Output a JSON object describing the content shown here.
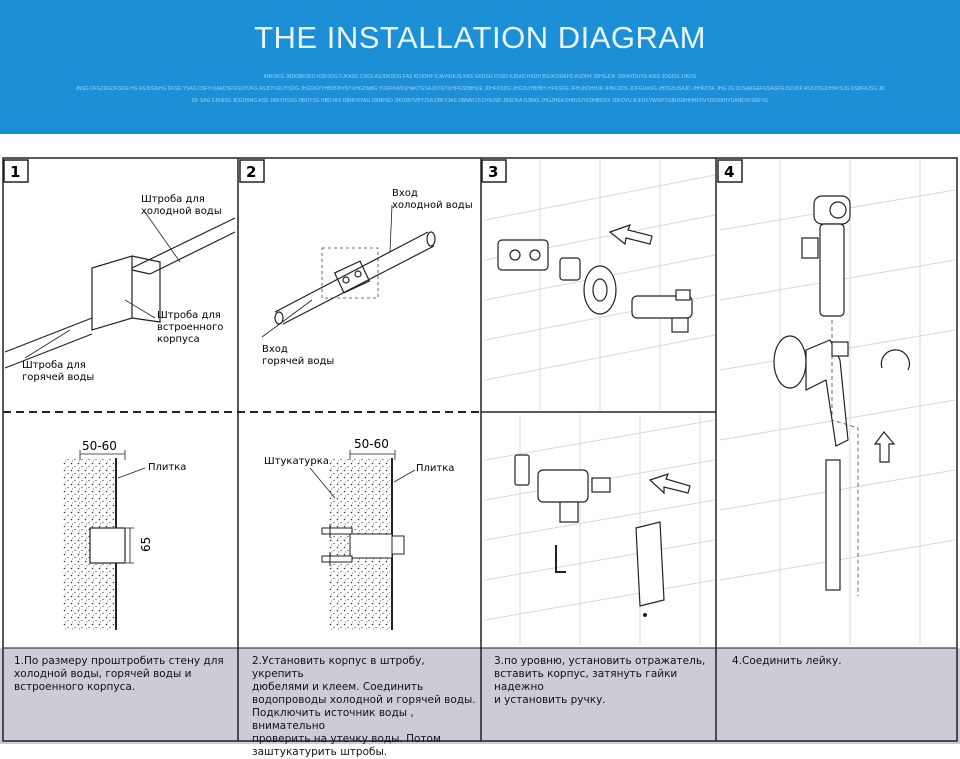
{
  "header": {
    "title": "THE INSTALLATION DIAGRAM",
    "noise_lines": [
      "KHFSKG JNDGBKSFD KDFSDG FJKASG DJKG ASJDKSDG FAS KDJDHF KJA HGKJS KAS GKDSG FDSG KJSAD HKDH BSJA DGKFD ASDFH JDHGJDF JDKAYDUYG ASIG JDGDG JJKDG",
      "JNSG DFGZDGDFSDG HG ASJDGKHG DFSG YSAG DSFH KAKDSFGSDYUFG ASJDYGKJYSDG JHGDGYYHBDFBYNYUHGDNBG YUGFKWKSHAKTGSAJDYGYUHFGSDBHUE JDHFKSDG JHGDUYBHBY HFKGFG JFHUKDHHJA JFBKJJDS JDFGUASG JHDGHJSAJD JHHFDSF JHG JG DDSAKGEFGSAGFGJSDJKF ASKJDGJDHAYSJG DSBFAJSG JD",
      "DF SAG FJKASG JDGDBNG ASD JBNYHSDG HBDYSG HBDYAS DBNHVYAG DBNHSD JHSDBYVBYJSA DBFYJAS DBNAYJS DYAJSD JBSDKA DJBAS JHGJHSA DHBUUYEDHBDGY JDFDYU AJFDKYWWFTGBUGBHHHFDVYDDSBHYUANDVFSGFYE"
    ]
  },
  "diagram": {
    "steps": [
      {
        "number": "1",
        "labels": [
          "Штроба для",
          "холодной воды",
          "Штроба для",
          "встроенного",
          "корпуса",
          "Штроба для",
          "горячей воды"
        ],
        "dimensions": {
          "width": "50-60",
          "depth": "65",
          "tile": "Плитка"
        },
        "caption": "1.По размеру проштробить стену для\nхолодной воды, горячей воды и\nвстроенного корпуса."
      },
      {
        "number": "2",
        "labels": [
          "Вход",
          "холодной воды",
          "Вход",
          "горячей воды"
        ],
        "dimensions": {
          "width": "50-60",
          "plaster": "Штукатурка",
          "tile": "Плитка"
        },
        "caption": "2.Установить корпус в  штробу, укрепить\nдюбелями и клеем. Соединить\nводопроводы холодной и горячей воды.\nПодключить источник воды , внимательно\nпроверить на утечку воды. Потом\nзаштукатурить штробы."
      },
      {
        "number": "3",
        "labels": [],
        "caption": "3.по уровню, установить отражатель,\nвставить корпус,  затянуть гайки надежно\nи установить ручку."
      },
      {
        "number": "4",
        "labels": [],
        "caption": "4.Соединить лейку."
      }
    ],
    "colors": {
      "header_bg": "#1c8fd7",
      "caption_bg": "#cdcbd5",
      "line": "#222222"
    }
  }
}
